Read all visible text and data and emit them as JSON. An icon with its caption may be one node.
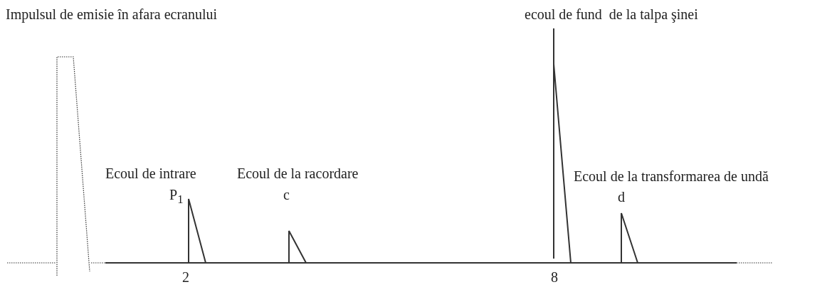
{
  "diagram": {
    "labels": [
      "Impulsul de emisie în afara ecranului",
      "ecoul de fund  de la talpa şinei",
      "Ecoul de intrare",
      "Ecoul de la racordare",
      "Ecoul de la transformarea de undă",
      "P$_{1}$",
      "c",
      "d",
      "2",
      "8"
    ]
  }
}
